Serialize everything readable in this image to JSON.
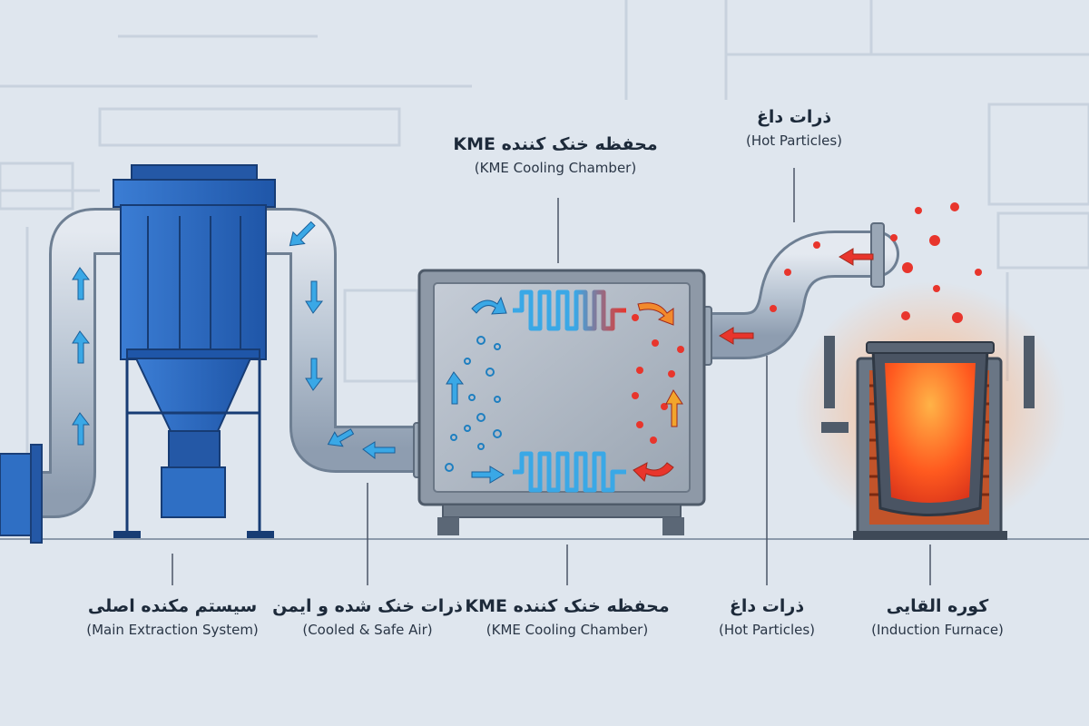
{
  "top_labels": {
    "chamber": {
      "fa": "محفظه خنک کننده KME",
      "en": "(KME Cooling Chamber)"
    },
    "hot": {
      "fa": "ذرات داغ",
      "en": "(Hot Particles)"
    }
  },
  "bottom_labels": [
    {
      "fa": "سیستم مکنده اصلی",
      "en": "(Main Extraction System)"
    },
    {
      "fa": "ذرات خنک شده و ایمن",
      "en": "(Cooled & Safe Air)"
    },
    {
      "fa": "محفظه خنک کننده KME",
      "en": "(KME Cooling Chamber)"
    },
    {
      "fa": "ذرات داغ",
      "en": "(Hot Particles)"
    },
    {
      "fa": "کوره القایی",
      "en": "(Induction Furnace)"
    }
  ],
  "colors": {
    "background": "#dfe6ee",
    "pipe": "#b7c4d3",
    "extractor_blue": "#2f6fc4",
    "chamber_body": "#a9b3bf",
    "cool_flow": "#3aa8e6",
    "hot_flow": "#e8352c",
    "furnace_glow": "#ff6a2a"
  }
}
